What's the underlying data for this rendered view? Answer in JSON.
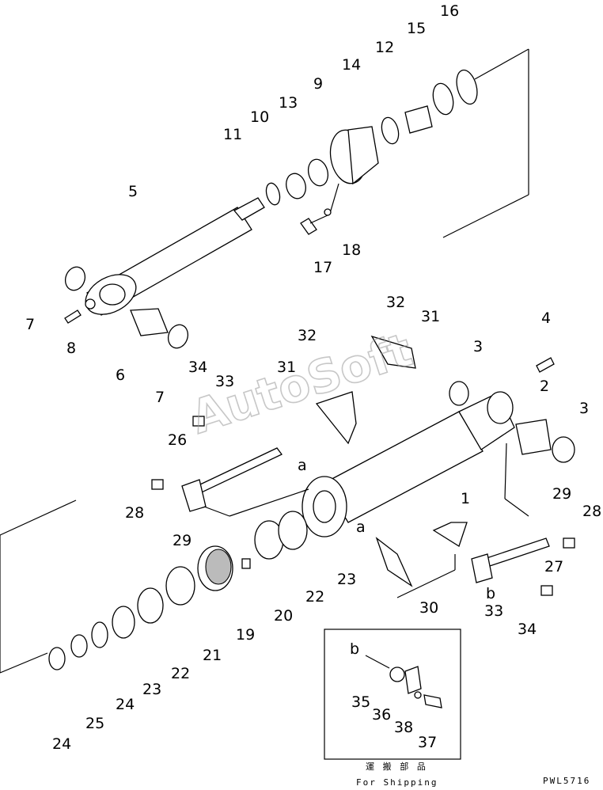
{
  "watermark": "AutoSoft",
  "drawing_code": "PWL5716",
  "inset": {
    "caption_jp": "運 搬 部 品",
    "caption_en": "For Shipping",
    "letter": "b"
  },
  "view_letters": [
    "a",
    "a",
    "b"
  ],
  "callouts": [
    "16",
    "15",
    "12",
    "14",
    "9",
    "13",
    "10",
    "11",
    "5",
    "17",
    "18",
    "7",
    "8",
    "6",
    "7",
    "32",
    "31",
    "4",
    "3",
    "2",
    "3",
    "34",
    "33",
    "32",
    "31",
    "26",
    "28",
    "29",
    "1",
    "29",
    "28",
    "27",
    "33",
    "34",
    "30",
    "23",
    "22",
    "20",
    "19",
    "21",
    "22",
    "23",
    "24",
    "25",
    "24",
    "35",
    "36",
    "38",
    "37"
  ]
}
